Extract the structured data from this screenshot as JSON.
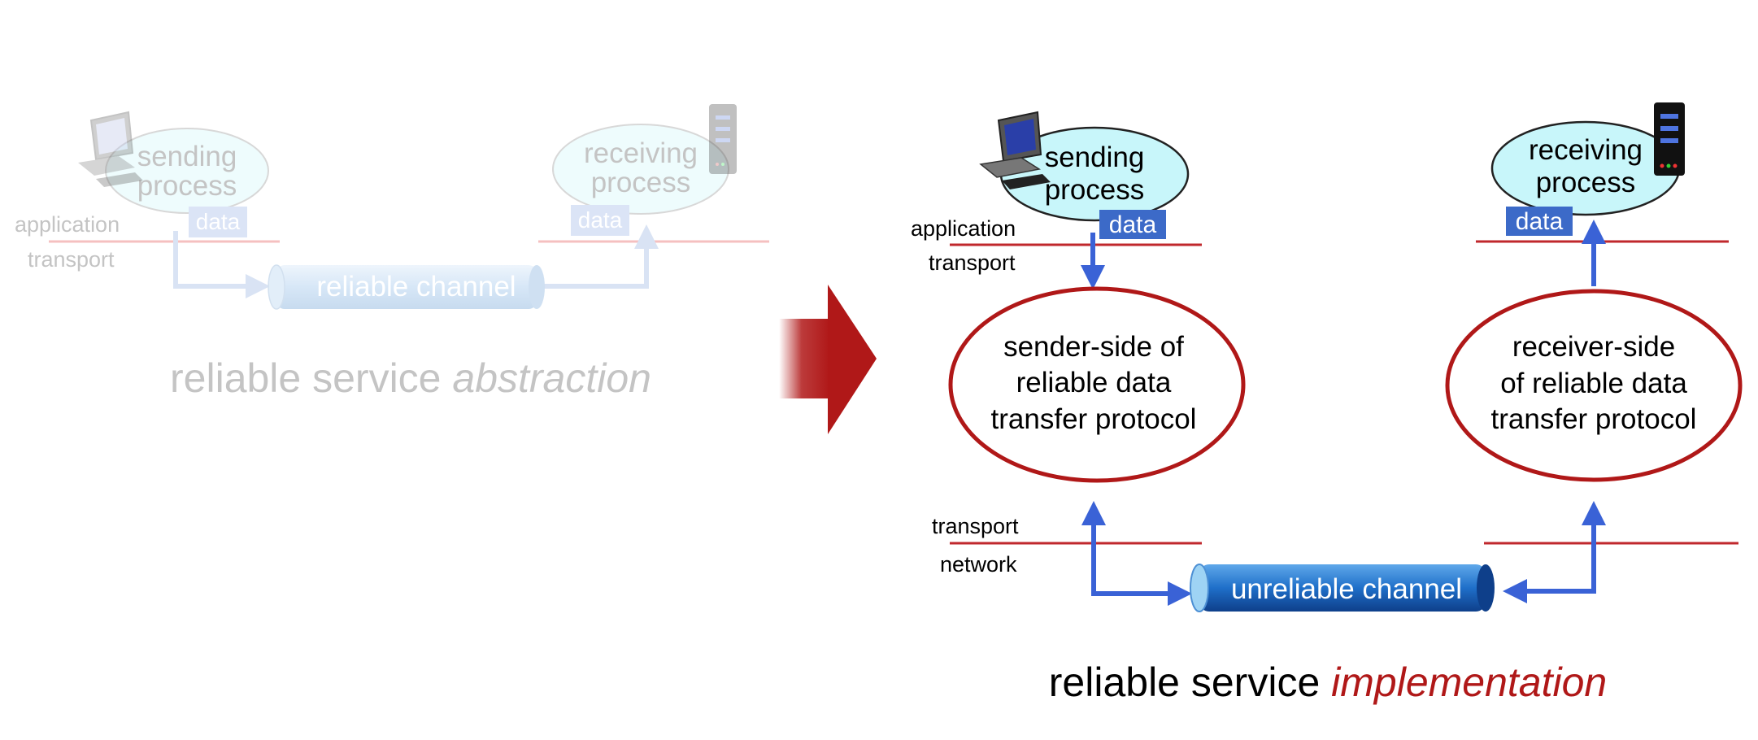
{
  "abstraction": {
    "sending_process": [
      "sending",
      "process"
    ],
    "receiving_process": [
      "receiving",
      "process"
    ],
    "data_sender": "data",
    "data_receiver": "data",
    "layer_application": "application",
    "layer_transport": "transport",
    "channel": "reliable channel",
    "caption_plain": "reliable service ",
    "caption_italic": "abstraction"
  },
  "implementation": {
    "sending_process": [
      "sending",
      "process"
    ],
    "receiving_process": [
      "receiving",
      "process"
    ],
    "data_sender": "data",
    "data_receiver": "data",
    "layer_application": "application",
    "layer_transport_top": "transport",
    "layer_transport_bottom": "transport",
    "layer_network": "network",
    "sender_protocol": [
      "sender-side of",
      "reliable data",
      "transfer protocol"
    ],
    "receiver_protocol": [
      "receiver-side",
      "of reliable data",
      "transfer protocol"
    ],
    "channel": "unreliable channel",
    "caption_plain": "reliable service ",
    "caption_italic": "implementation"
  },
  "icons": [
    "desktop-computer-icon",
    "server-icon"
  ],
  "colors": {
    "accent_red": "#b01818",
    "accent_blue": "#3a62d6",
    "data_box": "#3c6ac8",
    "bubble_fill": "#c8f6fa",
    "faded_text": "#c4c4c4",
    "faded_line": "#f5c0c0"
  }
}
